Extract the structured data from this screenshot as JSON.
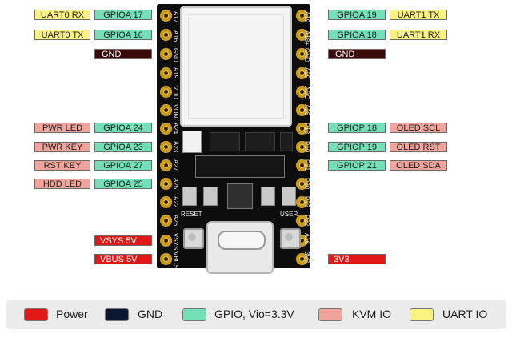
{
  "left_labels": {
    "row1": [
      "UART0 RX",
      "GPIOA 17"
    ],
    "row2": [
      "UART0 TX",
      "GPIOA 16"
    ],
    "row3": [
      "GND"
    ],
    "row4": [
      "PWR LED",
      "GPIOA 24"
    ],
    "row5": [
      "PWR KEY",
      "GPIOA 23"
    ],
    "row6": [
      "RST KEY",
      "GPIOA 27"
    ],
    "row7": [
      "HDD LED",
      "GPIOA 25"
    ],
    "row8": [
      "VSYS 5V"
    ],
    "row9": [
      "VBUS 5V"
    ]
  },
  "right_labels": {
    "row1": [
      "GPIOA 19",
      "UART1 TX"
    ],
    "row2": [
      "GPIOA 18",
      "UART1 RX"
    ],
    "row3": [
      "GND"
    ],
    "row4": [
      "GPIOP 18",
      "OLED SCL"
    ],
    "row5": [
      "GPIOP 19",
      "OLED RST"
    ],
    "row6": [
      "GPIOP 21",
      "OLED SDA"
    ],
    "row7": [
      "3V3"
    ]
  },
  "board": {
    "left_pins": [
      "A17",
      "A16",
      "GND",
      "A19",
      "VDD",
      "VON",
      "A24",
      "A23",
      "A27",
      "A25",
      "A22",
      "A26",
      "VSYS",
      "VBUS"
    ],
    "right_pins": [
      "A19",
      "A18+",
      "GND",
      "A29",
      "ADC",
      "A28",
      "P18",
      "P19",
      "P21",
      "P20",
      "P23",
      "P22",
      "A16",
      "3V3"
    ],
    "reset_label": "RESET",
    "user_label": "USER"
  },
  "legend": [
    {
      "label": "Power",
      "color": "#e11818"
    },
    {
      "label": "GND",
      "color": "#0b1630"
    },
    {
      "label": "GPIO, Vio=3.3V",
      "color": "#74e0b8"
    },
    {
      "label": "KVM IO",
      "color": "#f1a49c"
    },
    {
      "label": "UART IO",
      "color": "#fbf280"
    }
  ]
}
